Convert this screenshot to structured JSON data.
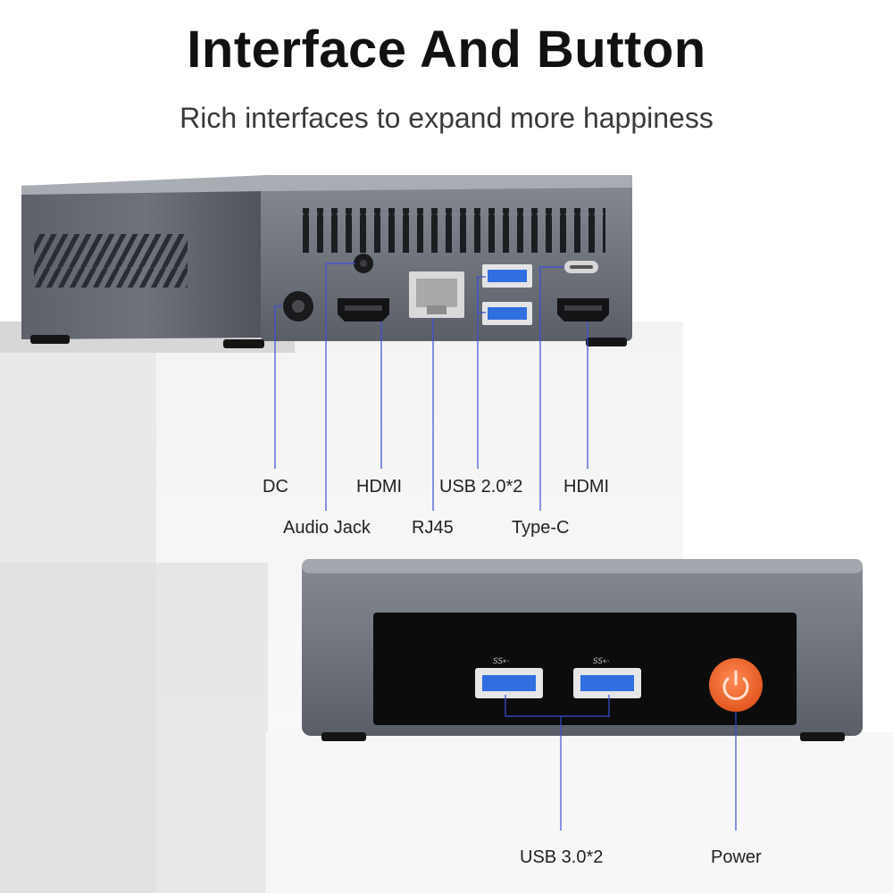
{
  "header": {
    "title": "Interface And Button",
    "subtitle": "Rich interfaces to expand more happiness"
  },
  "rear_panel": {
    "labels": {
      "dc": "DC",
      "audio_jack": "Audio Jack",
      "hdmi_1": "HDMI",
      "rj45": "RJ45",
      "usb2": "USB 2.0*2",
      "type_c": "Type-C",
      "hdmi_2": "HDMI"
    }
  },
  "front_panel": {
    "labels": {
      "usb3": "USB 3.0*2",
      "power": "Power"
    }
  },
  "colors": {
    "accent_usb_blue": "#2f6fe0",
    "power_orange": "#f26a2e",
    "leader_line": "#3b4fd6",
    "chassis": "#5b5f68"
  }
}
